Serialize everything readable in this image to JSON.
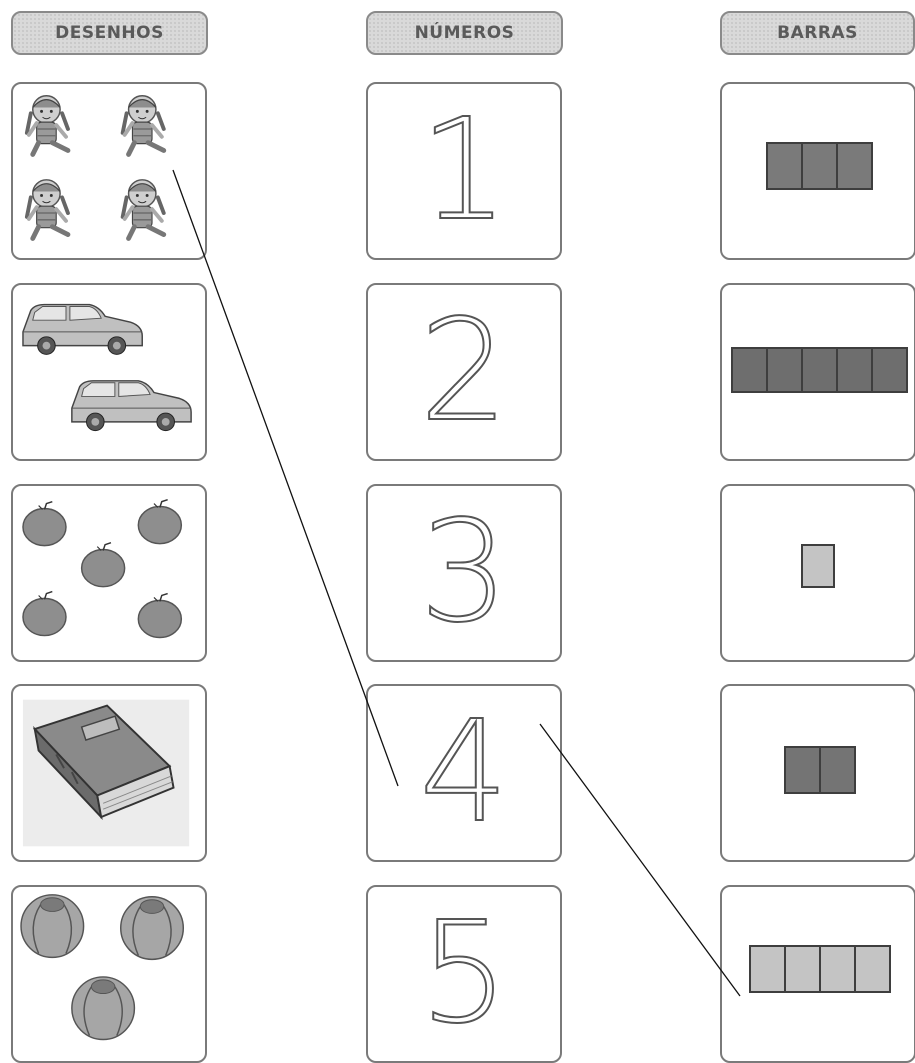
{
  "headers": {
    "drawings": "DESENHOS",
    "numbers": "NÚMEROS",
    "bars": "BARRAS"
  },
  "drawings": [
    {
      "icon": "doll-icon",
      "count": 4
    },
    {
      "icon": "car-icon",
      "count": 2
    },
    {
      "icon": "orange-icon",
      "count": 5
    },
    {
      "icon": "book-icon",
      "count": 1
    },
    {
      "icon": "ball-icon",
      "count": 3
    }
  ],
  "numbers": [
    "1",
    "2",
    "3",
    "4",
    "5"
  ],
  "bars": [
    {
      "cells": 3,
      "color": "#7a7a7a"
    },
    {
      "cells": 5,
      "color": "#6e6e6e"
    },
    {
      "cells": 1,
      "color": "#c4c4c4"
    },
    {
      "cells": 2,
      "color": "#747474"
    },
    {
      "cells": 4,
      "color": "#c4c4c4"
    }
  ],
  "matches": [
    {
      "from": "drawing-1",
      "to": "number-4"
    },
    {
      "from": "number-4",
      "to": "bar-5"
    }
  ]
}
